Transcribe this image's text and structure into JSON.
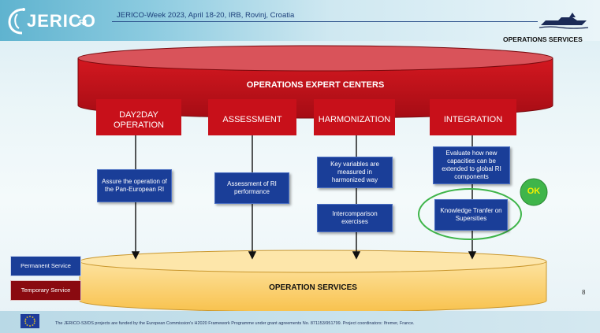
{
  "header": {
    "logo_text": "JERICO",
    "logo_sub": "RI",
    "event": "JERICO-Week 2023, April 18-20, IRB, Rovinj, Croatia",
    "section": "OPERATIONS SERVICES"
  },
  "top": {
    "title": "OPERATIONS EXPERT CENTERS"
  },
  "columns": [
    {
      "label": "DAY2DAY OPERATION",
      "boxes": [
        "Assure the operation of the Pan-European RI"
      ]
    },
    {
      "label": "ASSESSMENT",
      "boxes": [
        "Assessment of RI performance"
      ]
    },
    {
      "label": "HARMONIZATION",
      "boxes": [
        "Key variables are measured in harmonized way",
        "Intercomparison exercises"
      ]
    },
    {
      "label": "INTEGRATION",
      "boxes": [
        "Evaluate how new capacities can be extended to global RI components",
        "Knowledge Tranfer on Supersities"
      ]
    }
  ],
  "badge": "OK",
  "bottom": {
    "title": "OPERATION SERVICES"
  },
  "legend": {
    "permanent": "Permanent Service",
    "temporary": "Temporary Service"
  },
  "page_number": "8",
  "footer": "The JERICO-S3/DS projects are funded by the European Commission's H2020 Framework Programme under grant agreements No. 871153/951799. Project coordinators: Ifremer, France.",
  "colors": {
    "red": "#c8101a",
    "dark_red": "#8a0a10",
    "navy": "#1a3e98",
    "gold": "#fbd168",
    "green": "#3fb54a"
  }
}
